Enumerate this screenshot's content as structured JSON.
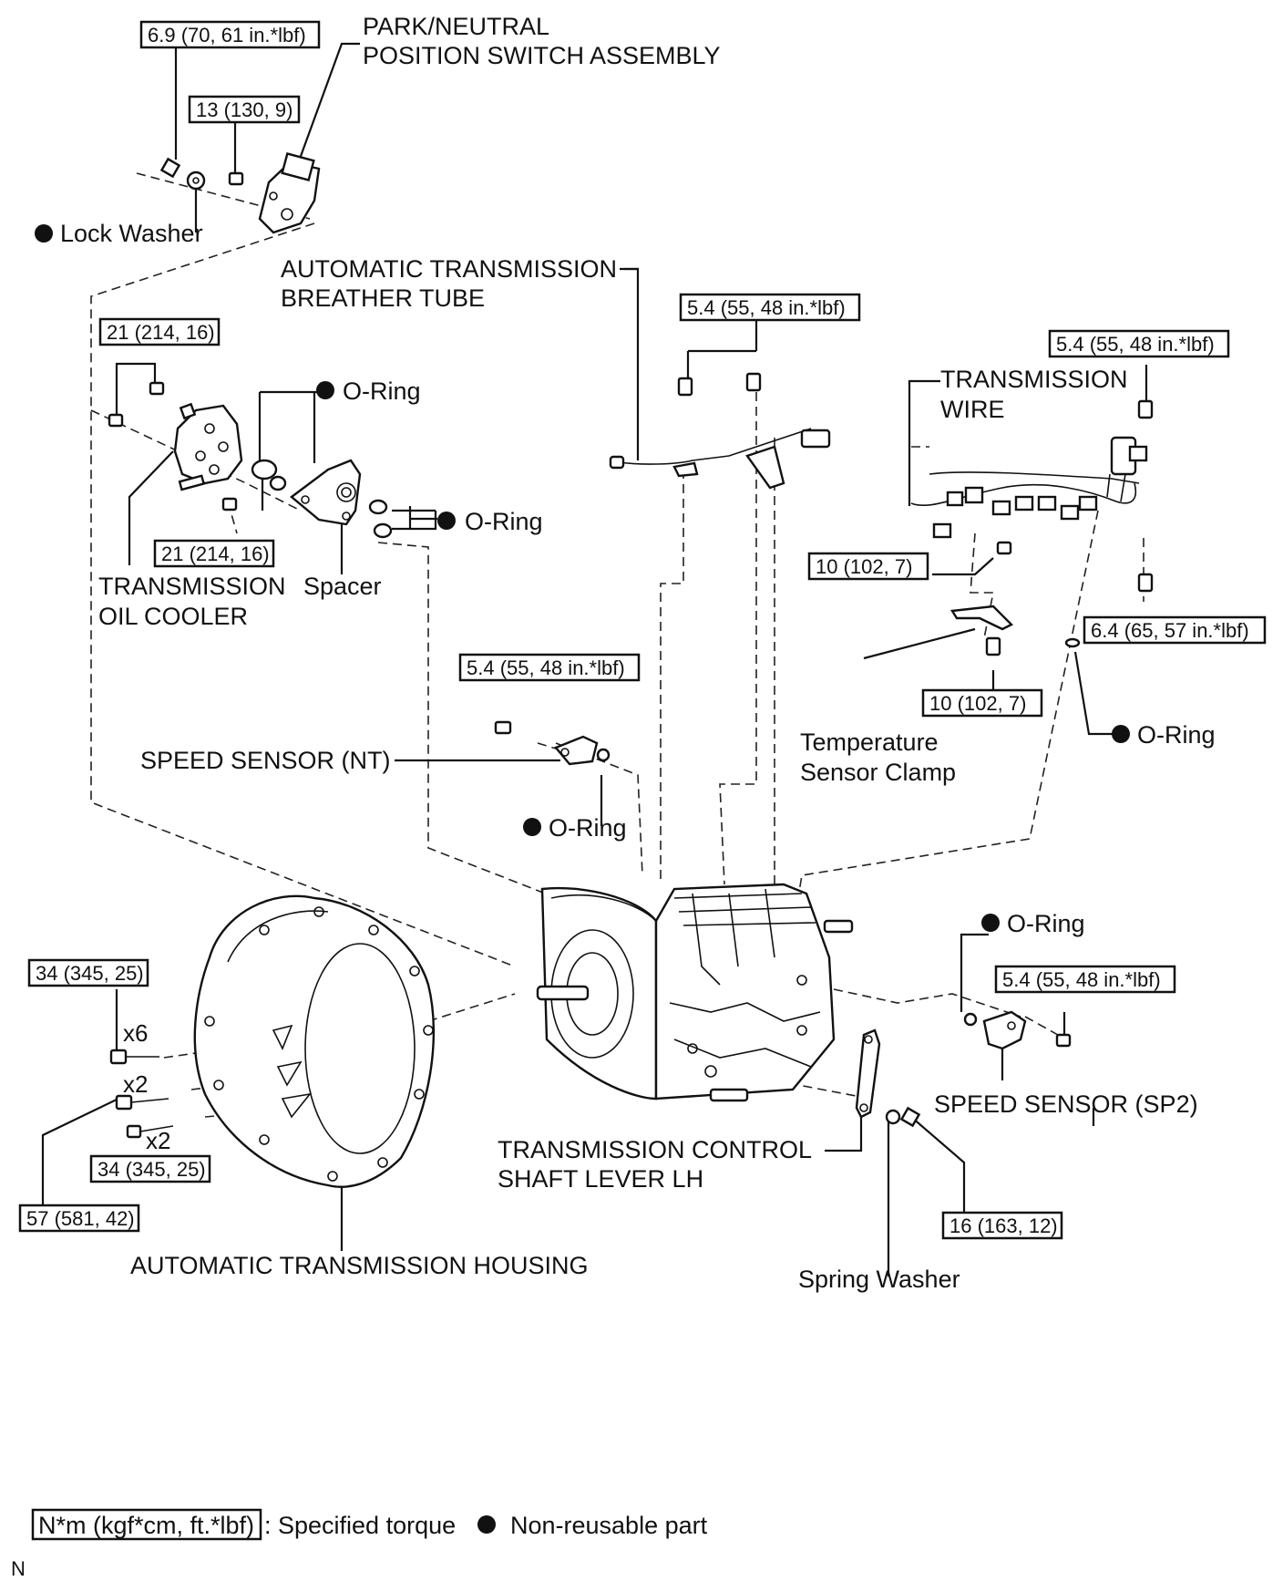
{
  "labels": {
    "park_neutral_switch": [
      "PARK/NEUTRAL",
      "POSITION SWITCH ASSEMBLY"
    ],
    "lock_washer": "Lock Washer",
    "breather_tube": [
      "AUTOMATIC TRANSMISSION",
      "BREATHER TUBE"
    ],
    "o_ring": "O-Ring",
    "transmission_wire": [
      "TRANSMISSION",
      "WIRE"
    ],
    "oil_cooler": [
      "TRANSMISSION",
      "OIL COOLER"
    ],
    "spacer": "Spacer",
    "speed_sensor_nt": "SPEED SENSOR (NT)",
    "temp_sensor_clamp": [
      "Temperature",
      "Sensor Clamp"
    ],
    "speed_sensor_sp2": "SPEED SENSOR (SP2)",
    "control_shaft_lever": [
      "TRANSMISSION CONTROL",
      "SHAFT LEVER LH"
    ],
    "housing": "AUTOMATIC TRANSMISSION HOUSING",
    "spring_washer": "Spring Washer"
  },
  "torque": {
    "t1": "6.9 (70, 61 in.*lbf)",
    "t2": "13 (130, 9)",
    "t3": "21 (214, 16)",
    "t4": "21 (214, 16)",
    "t5": "5.4 (55, 48 in.*lbf)",
    "t6": "5.4 (55, 48 in.*lbf)",
    "t7": "10 (102, 7)",
    "t8": "6.4 (65, 57 in.*lbf)",
    "t9": "10 (102, 7)",
    "t10": "5.4 (55, 48 in.*lbf)",
    "t11": "34 (345, 25)",
    "t12": "5.4 (55, 48 in.*lbf)",
    "t13": "34 (345, 25)",
    "t14": "57 (581, 42)",
    "t15": "16 (163, 12)"
  },
  "counts": {
    "x6": "x6",
    "x2a": "x2",
    "x2b": "x2"
  },
  "legend": {
    "torque_unit": "N*m (kgf*cm, ft.*lbf)",
    "torque_desc": ": Specified torque",
    "nonreusable": "Non-reusable part"
  },
  "corner_mark": "N"
}
